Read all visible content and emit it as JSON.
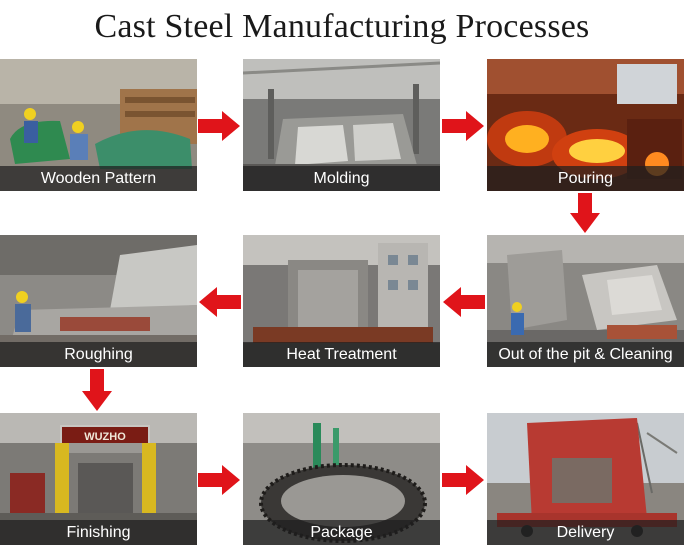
{
  "title": "Cast Steel Manufacturing Processes",
  "steps": [
    {
      "label": "Wooden Pattern"
    },
    {
      "label": "Molding"
    },
    {
      "label": "Pouring"
    },
    {
      "label": "Out of the pit & Cleaning"
    },
    {
      "label": "Heat Treatment"
    },
    {
      "label": "Roughing"
    },
    {
      "label": "Finishing"
    },
    {
      "label": "Package"
    },
    {
      "label": "Delivery"
    }
  ],
  "machine_sign": "WUZHO",
  "colors": {
    "arrow": "#e0141a",
    "background": "#ffffff",
    "caption_bar": "#1e1e1e"
  }
}
